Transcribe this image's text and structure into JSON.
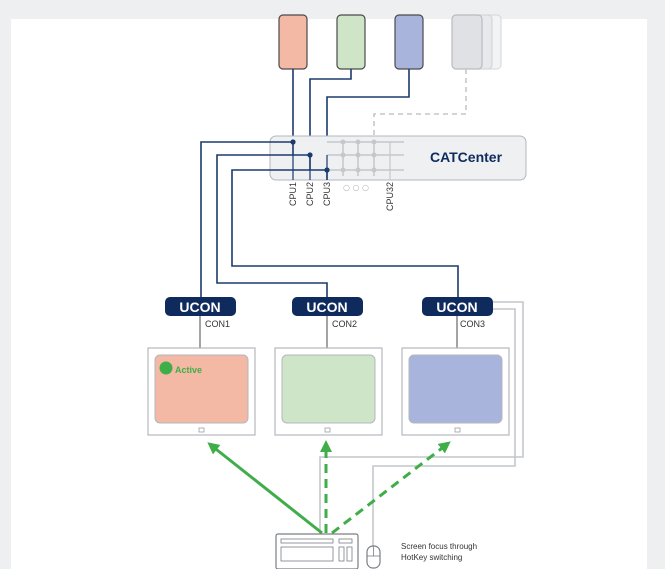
{
  "colors": {
    "navy": "#0f2a5c",
    "wire_dark": "#1c3a6e",
    "wire_gray": "#c4c7cc",
    "pc_red": "#f3b9a5",
    "pc_green": "#cfe5c8",
    "pc_blue": "#a9b4dd",
    "pc_gray": "#dfe1e4",
    "active_green": "#3fae49",
    "arrow_green": "#3fae49"
  },
  "switch": {
    "name": "CATCenter",
    "ports": [
      "CPU1",
      "CPU2",
      "CPU3",
      "CPU32"
    ],
    "dots": "○ ○ ○"
  },
  "consoles": [
    {
      "badge": "UCON",
      "label": "CON1"
    },
    {
      "badge": "UCON",
      "label": "CON2"
    },
    {
      "badge": "UCON",
      "label": "CON3"
    }
  ],
  "monitor_status": "Active",
  "caption": [
    "Screen focus through",
    "HotKey switching"
  ]
}
